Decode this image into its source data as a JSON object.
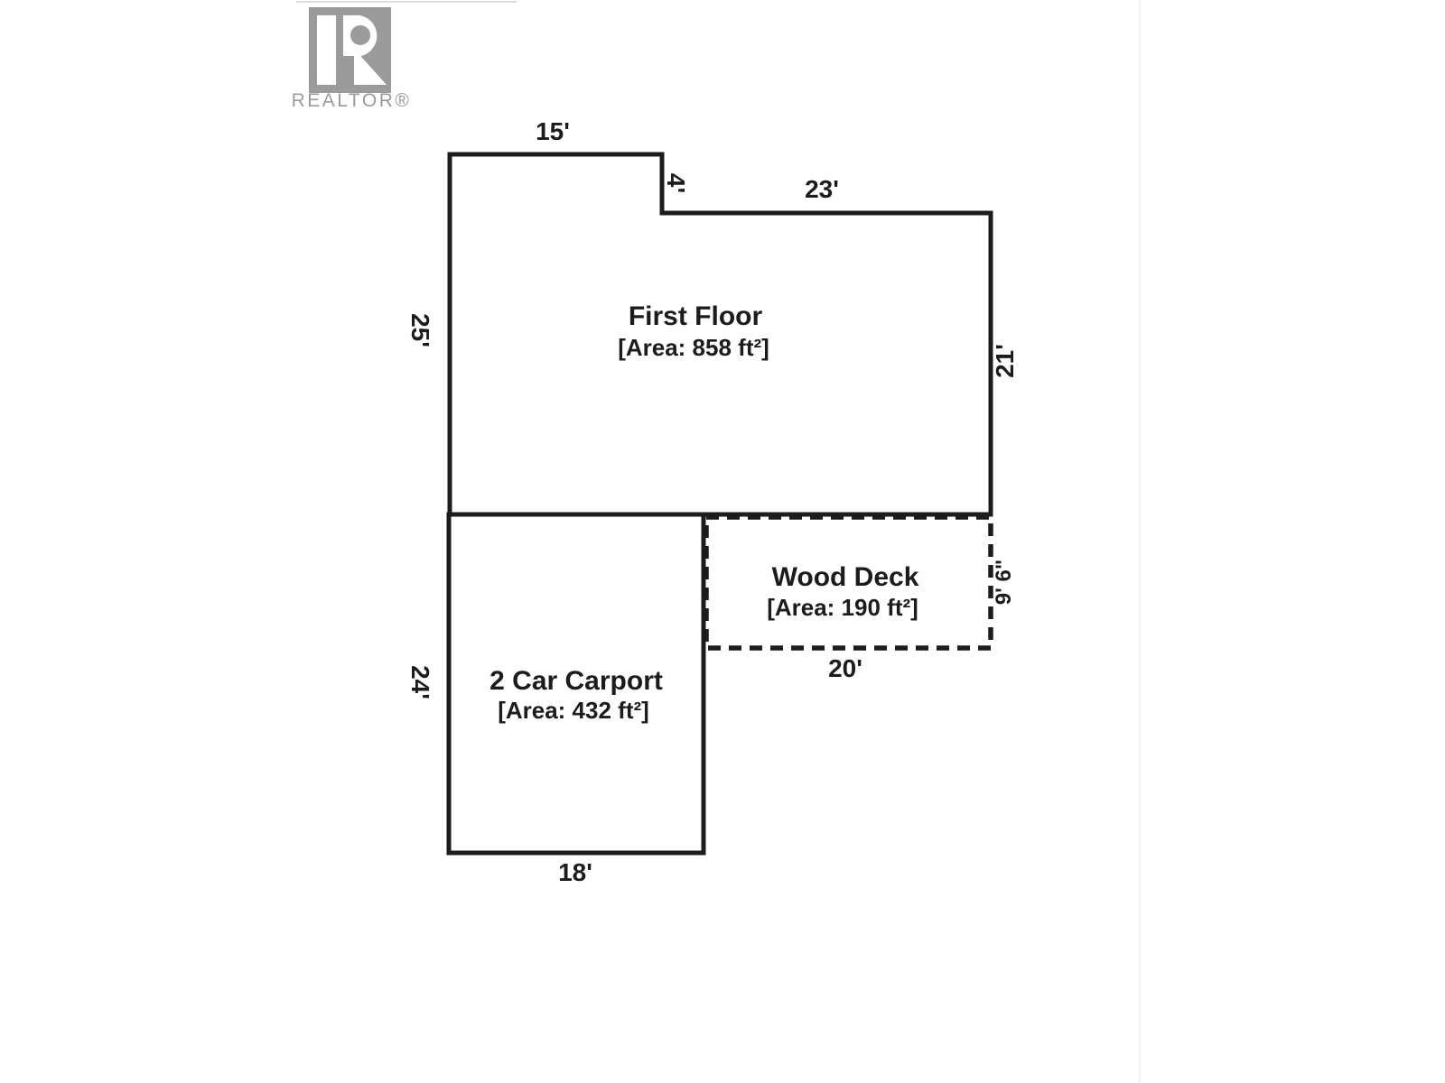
{
  "logo": {
    "brand_text": "REALTOR®"
  },
  "rooms": {
    "first_floor": {
      "name": "First Floor",
      "area": "[Area: 858 ft²]"
    },
    "wood_deck": {
      "name": "Wood Deck",
      "area": "[Area: 190 ft²]"
    },
    "carport": {
      "name": "2 Car Carport",
      "area": "[Area: 432 ft²]"
    }
  },
  "dimensions": {
    "first_floor_top_left": "15'",
    "first_floor_step": "4'",
    "first_floor_top_right": "23'",
    "first_floor_left": "25'",
    "first_floor_right": "21'",
    "wood_deck_right": "9' 6\"",
    "wood_deck_bottom": "20'",
    "carport_left": "24'",
    "carport_bottom": "18'"
  },
  "colors": {
    "line": "#1c1c1c",
    "logo_gray": "#9b9b9b",
    "background": "#ffffff"
  }
}
